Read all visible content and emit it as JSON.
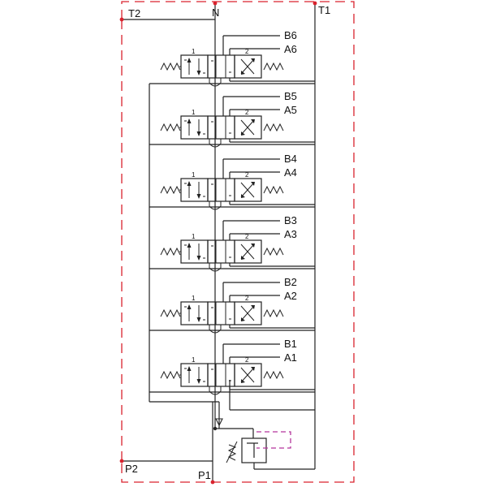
{
  "diagram": {
    "ports": {
      "t2": "T2",
      "n": "N",
      "t1": "T1",
      "p2": "P2",
      "p1": "P1"
    },
    "position_labels": {
      "left": "1",
      "right": "2"
    },
    "sections": [
      {
        "b": "B6",
        "a": "A6"
      },
      {
        "b": "B5",
        "a": "A5"
      },
      {
        "b": "B4",
        "a": "A4"
      },
      {
        "b": "B3",
        "a": "A3"
      },
      {
        "b": "B2",
        "a": "A2"
      },
      {
        "b": "B1",
        "a": "A1"
      }
    ],
    "colors": {
      "lines": "#222222",
      "boundary": "#d9232e",
      "pilot": "#b3359c"
    }
  }
}
